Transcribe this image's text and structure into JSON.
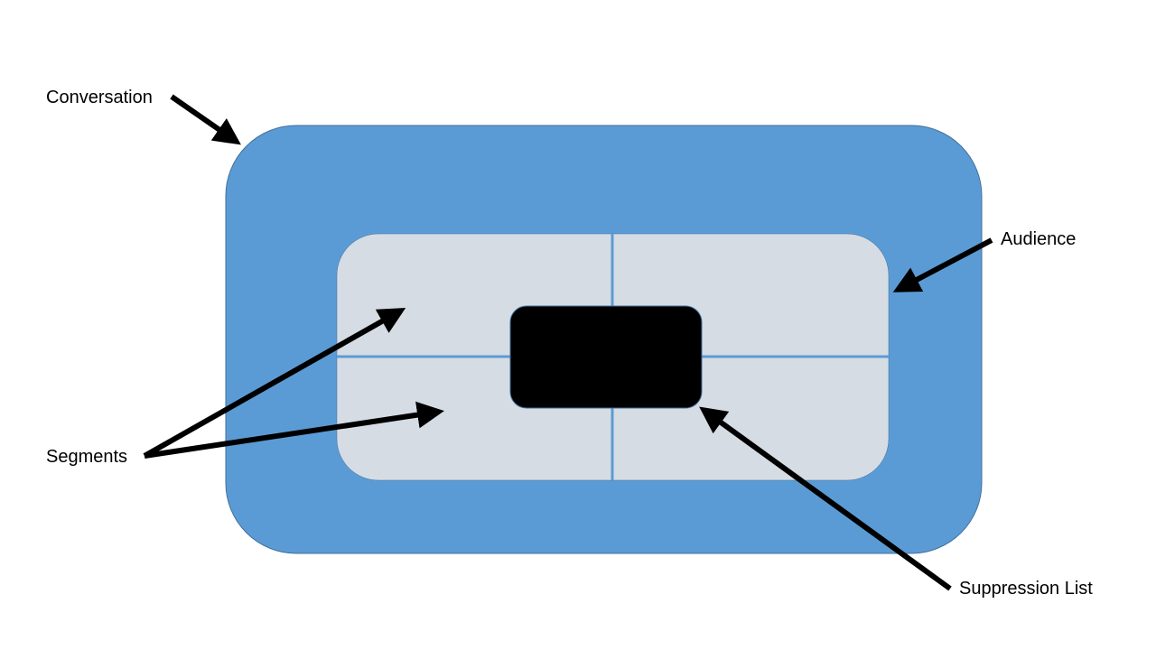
{
  "labels": {
    "conversation": "Conversation",
    "audience": "Audience",
    "segments": "Segments",
    "suppression_list": "Suppression List"
  },
  "colors": {
    "conversation_fill": "#5b9bd5",
    "conversation_stroke": "#41719c",
    "audience_fill": "#d6dce4",
    "divider": "#5b9bd5",
    "suppression_fill": "#000000",
    "arrow": "#000000"
  }
}
